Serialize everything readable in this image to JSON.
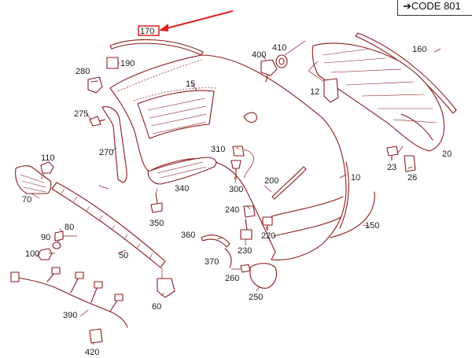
{
  "header": {
    "code_label": "CODE 801"
  },
  "highlight": {
    "part": "170",
    "color": "#e02020"
  },
  "colors": {
    "line": "#8b1a1a",
    "highlight": "#e02020"
  },
  "parts": [
    {
      "id": "p15",
      "label": "15"
    },
    {
      "id": "p10",
      "label": "10"
    },
    {
      "id": "p20",
      "label": "20"
    },
    {
      "id": "p23",
      "label": "23"
    },
    {
      "id": "p26",
      "label": "26"
    },
    {
      "id": "p12",
      "label": "12"
    },
    {
      "id": "p50",
      "label": "50"
    },
    {
      "id": "p60",
      "label": "60"
    },
    {
      "id": "p70",
      "label": "70"
    },
    {
      "id": "p80",
      "label": "80"
    },
    {
      "id": "p90",
      "label": "90"
    },
    {
      "id": "p100",
      "label": "100"
    },
    {
      "id": "p110",
      "label": "110"
    },
    {
      "id": "p150",
      "label": "150"
    },
    {
      "id": "p160",
      "label": "160"
    },
    {
      "id": "p170",
      "label": "170"
    },
    {
      "id": "p190",
      "label": "190"
    },
    {
      "id": "p200",
      "label": "200"
    },
    {
      "id": "p220",
      "label": "220"
    },
    {
      "id": "p230",
      "label": "230"
    },
    {
      "id": "p240",
      "label": "240"
    },
    {
      "id": "p250",
      "label": "250"
    },
    {
      "id": "p260",
      "label": "260"
    },
    {
      "id": "p270",
      "label": "270"
    },
    {
      "id": "p275",
      "label": "275"
    },
    {
      "id": "p280",
      "label": "280"
    },
    {
      "id": "p300",
      "label": "300"
    },
    {
      "id": "p310",
      "label": "310"
    },
    {
      "id": "p340",
      "label": "340"
    },
    {
      "id": "p350",
      "label": "350"
    },
    {
      "id": "p360",
      "label": "360"
    },
    {
      "id": "p370",
      "label": "370"
    },
    {
      "id": "p390",
      "label": "390"
    },
    {
      "id": "p400",
      "label": "400"
    },
    {
      "id": "p410",
      "label": "410"
    },
    {
      "id": "p420",
      "label": "420"
    }
  ]
}
